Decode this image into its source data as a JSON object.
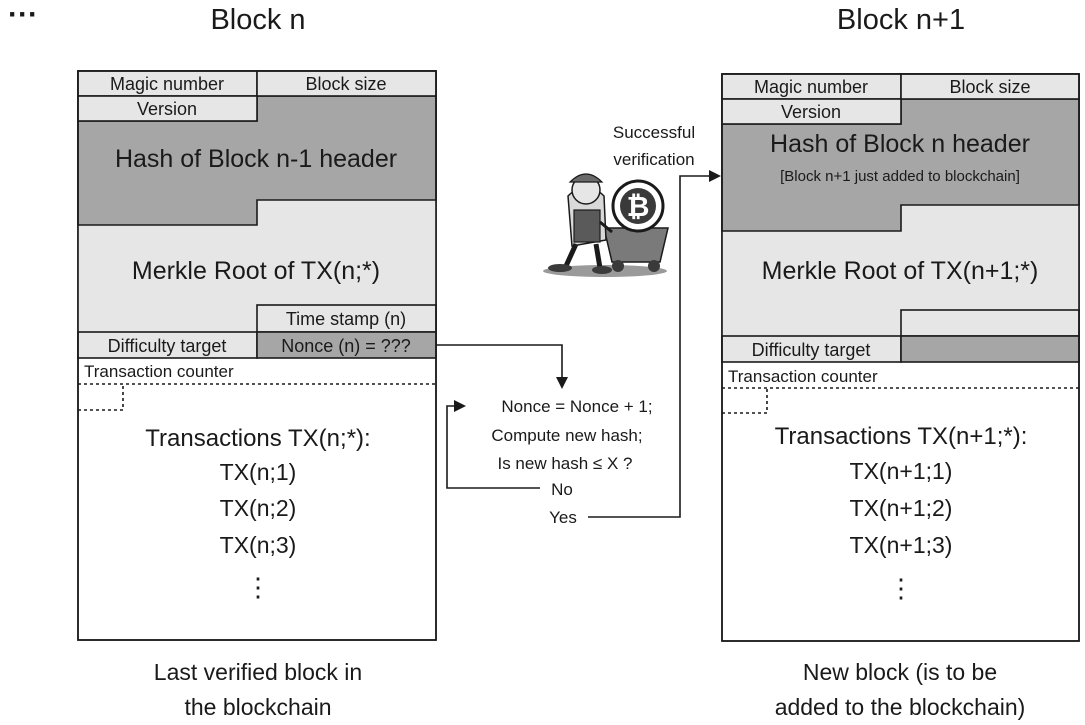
{
  "ellipsis_left": "···",
  "block_n": {
    "title": "Block n",
    "magic_number": "Magic number",
    "block_size": "Block size",
    "version": "Version",
    "prev_hash": "Hash of Block n-1 header",
    "merkle_root": "Merkle Root of TX(n;*)",
    "time_stamp": "Time stamp (n)",
    "difficulty_target": "Difficulty target",
    "nonce": "Nonce (n) = ???",
    "transaction_counter": "Transaction counter",
    "transactions_title": "Transactions TX(n;*):",
    "transactions": [
      "TX(n;1)",
      "TX(n;2)",
      "TX(n;3)"
    ],
    "more": "⋮",
    "caption_line1": "Last verified block in",
    "caption_line2": "the blockchain"
  },
  "block_n1": {
    "title": "Block n+1",
    "magic_number": "Magic number",
    "block_size": "Block size",
    "version": "Version",
    "prev_hash": "Hash of Block n header",
    "prev_hash_note": "[Block n+1 just added to blockchain]",
    "merkle_root": "Merkle Root of TX(n+1;*)",
    "difficulty_target": "Difficulty target",
    "transaction_counter": "Transaction counter",
    "transactions_title": "Transactions TX(n+1;*):",
    "transactions": [
      "TX(n+1;1)",
      "TX(n+1;2)",
      "TX(n+1;3)"
    ],
    "more": "⋮",
    "caption_line1": "New block (is to be",
    "caption_line2": "added to the blockchain)"
  },
  "mining": {
    "step1": "Nonce = Nonce + 1;",
    "step2": "Compute new hash;",
    "step3": "Is new hash ≤ X ?",
    "no": "No",
    "yes": "Yes",
    "success_line1": "Successful",
    "success_line2": "verification",
    "coin_symbol": "₿",
    "miner_icon": "miner-with-bitcoin-cart"
  },
  "colors": {
    "dark_fill": "#a6a6a6",
    "light_fill": "#e6e6e6",
    "stroke": "#1a1a1a"
  }
}
